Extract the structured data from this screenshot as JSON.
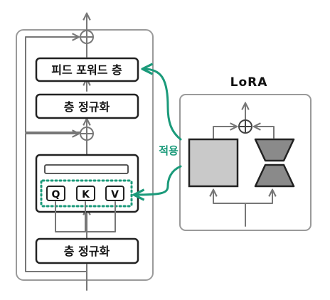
{
  "blocks": {
    "ffn_label": "피드 포워드 층",
    "norm_top_label": "층 정규화",
    "norm_bottom_label": "층 정규화"
  },
  "attention": {
    "q_label": "Q",
    "k_label": "K",
    "v_label": "V"
  },
  "lora": {
    "title": "LoRA",
    "apply_label": "적용"
  },
  "colors": {
    "accent": "#1a9a7a",
    "box_stroke": "#222222",
    "frame_stroke": "#9a9a9a",
    "matrix_fill": "#c9c9c9",
    "adapter_fill": "#8a8a8a"
  },
  "icons": [
    "plus-circle-icon",
    "arrow-up-icon"
  ]
}
